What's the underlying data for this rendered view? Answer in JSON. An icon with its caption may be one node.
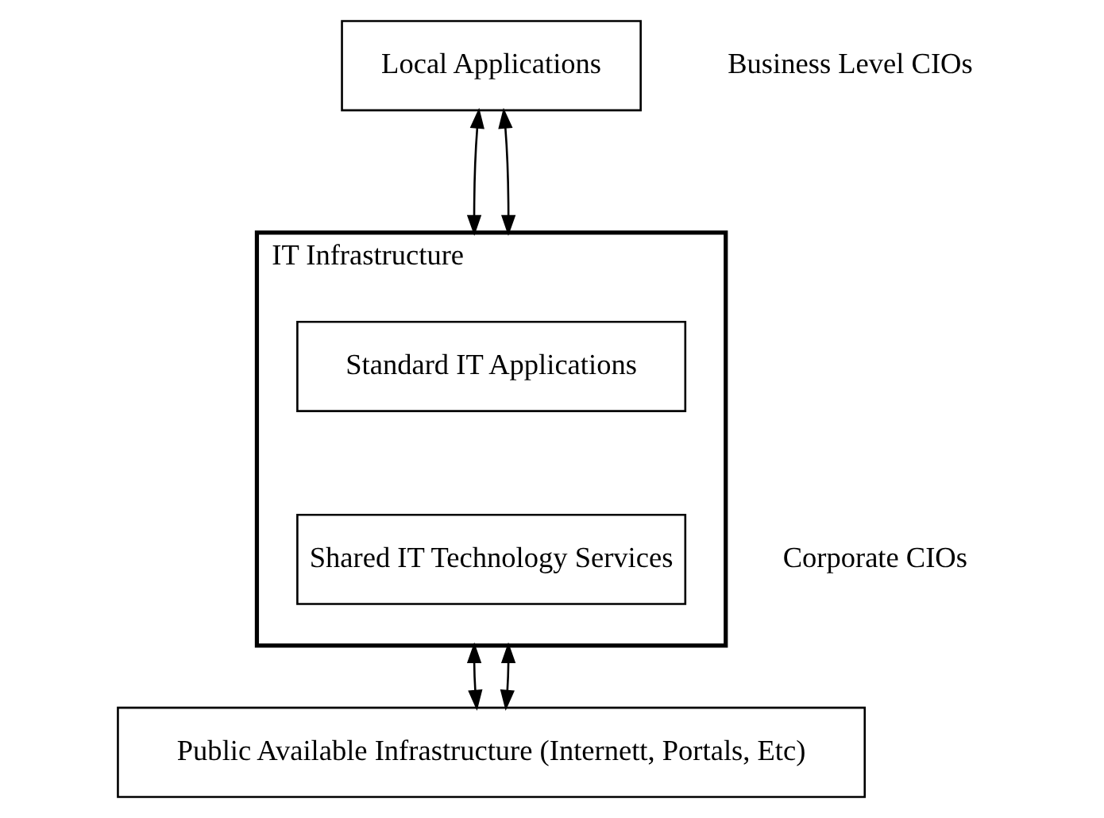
{
  "diagram": {
    "nodes": [
      {
        "text": [
          "Local Applications"
        ],
        "beside": [
          "Business Level CIOs"
        ]
      },
      {
        "text": [
          "IT Infrastructure"
        ],
        "beside": [
          "Corporate CIOs"
        ]
      },
      {
        "text": [
          "Standard IT Applications"
        ],
        "in": 1
      },
      {
        "text": [
          "Shared IT Technology Services"
        ],
        "in": 1
      },
      {
        "text": [
          "Public Available Infrastructure (Internett, Portals, Etc)"
        ]
      }
    ],
    "edges": [
      {
        "from": 0,
        "to": 1,
        "arrow": "both"
      },
      {
        "from": 0,
        "to": 1,
        "arrow": "both"
      },
      {
        "from": 1,
        "to": 4,
        "arrow": "both"
      },
      {
        "from": 1,
        "to": 4,
        "arrow": "both"
      }
    ]
  }
}
